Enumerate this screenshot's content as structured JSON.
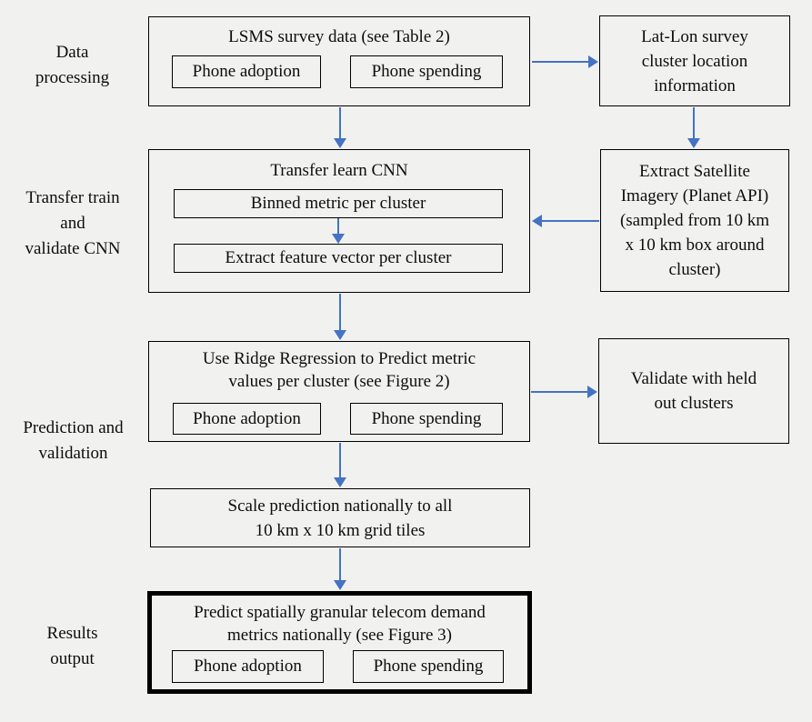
{
  "colors": {
    "arrow": "#4472c4",
    "box_border": "#000000",
    "background": "#f1f1f0",
    "text": "#0d0d0d"
  },
  "stage_labels": {
    "data_processing": "Data\nprocessing",
    "transfer_train": "Transfer train\nand\nvalidate CNN",
    "prediction_validation": "Prediction and\nvalidation",
    "results_output": "Results\noutput"
  },
  "boxes": {
    "lsms": {
      "title": "LSMS survey data (see Table 2)",
      "phone_adoption": "Phone adoption",
      "phone_spending": "Phone spending"
    },
    "latlon": {
      "text": "Lat-Lon survey\ncluster location\ninformation"
    },
    "transfer_cnn": {
      "title": "Transfer learn CNN",
      "binned_metric": "Binned metric per cluster",
      "extract_feature": "Extract feature vector per cluster"
    },
    "satellite": {
      "text": "Extract Satellite\nImagery (Planet API)\n(sampled from 10 km\nx 10 km box around\ncluster)"
    },
    "ridge": {
      "title": "Use Ridge Regression to Predict metric\nvalues per cluster (see Figure 2)",
      "phone_adoption": "Phone adoption",
      "phone_spending": "Phone spending"
    },
    "validate": {
      "text": "Validate with held\nout clusters"
    },
    "scale": {
      "text": "Scale prediction nationally to all\n10 km x 10 km grid tiles"
    },
    "results": {
      "title": "Predict spatially granular telecom demand\nmetrics nationally (see Figure 3)",
      "phone_adoption": "Phone adoption",
      "phone_spending": "Phone spending"
    }
  },
  "arrows": [
    {
      "from": "lsms",
      "to": "latlon",
      "direction": "right"
    },
    {
      "from": "lsms",
      "to": "transfer_cnn",
      "direction": "down"
    },
    {
      "from": "latlon",
      "to": "satellite",
      "direction": "down"
    },
    {
      "from": "satellite",
      "to": "transfer_cnn",
      "direction": "left"
    },
    {
      "from": "binned_metric",
      "to": "extract_feature",
      "direction": "down"
    },
    {
      "from": "transfer_cnn",
      "to": "ridge",
      "direction": "down"
    },
    {
      "from": "ridge",
      "to": "validate",
      "direction": "right"
    },
    {
      "from": "ridge",
      "to": "scale",
      "direction": "down"
    },
    {
      "from": "scale",
      "to": "results",
      "direction": "down"
    }
  ]
}
